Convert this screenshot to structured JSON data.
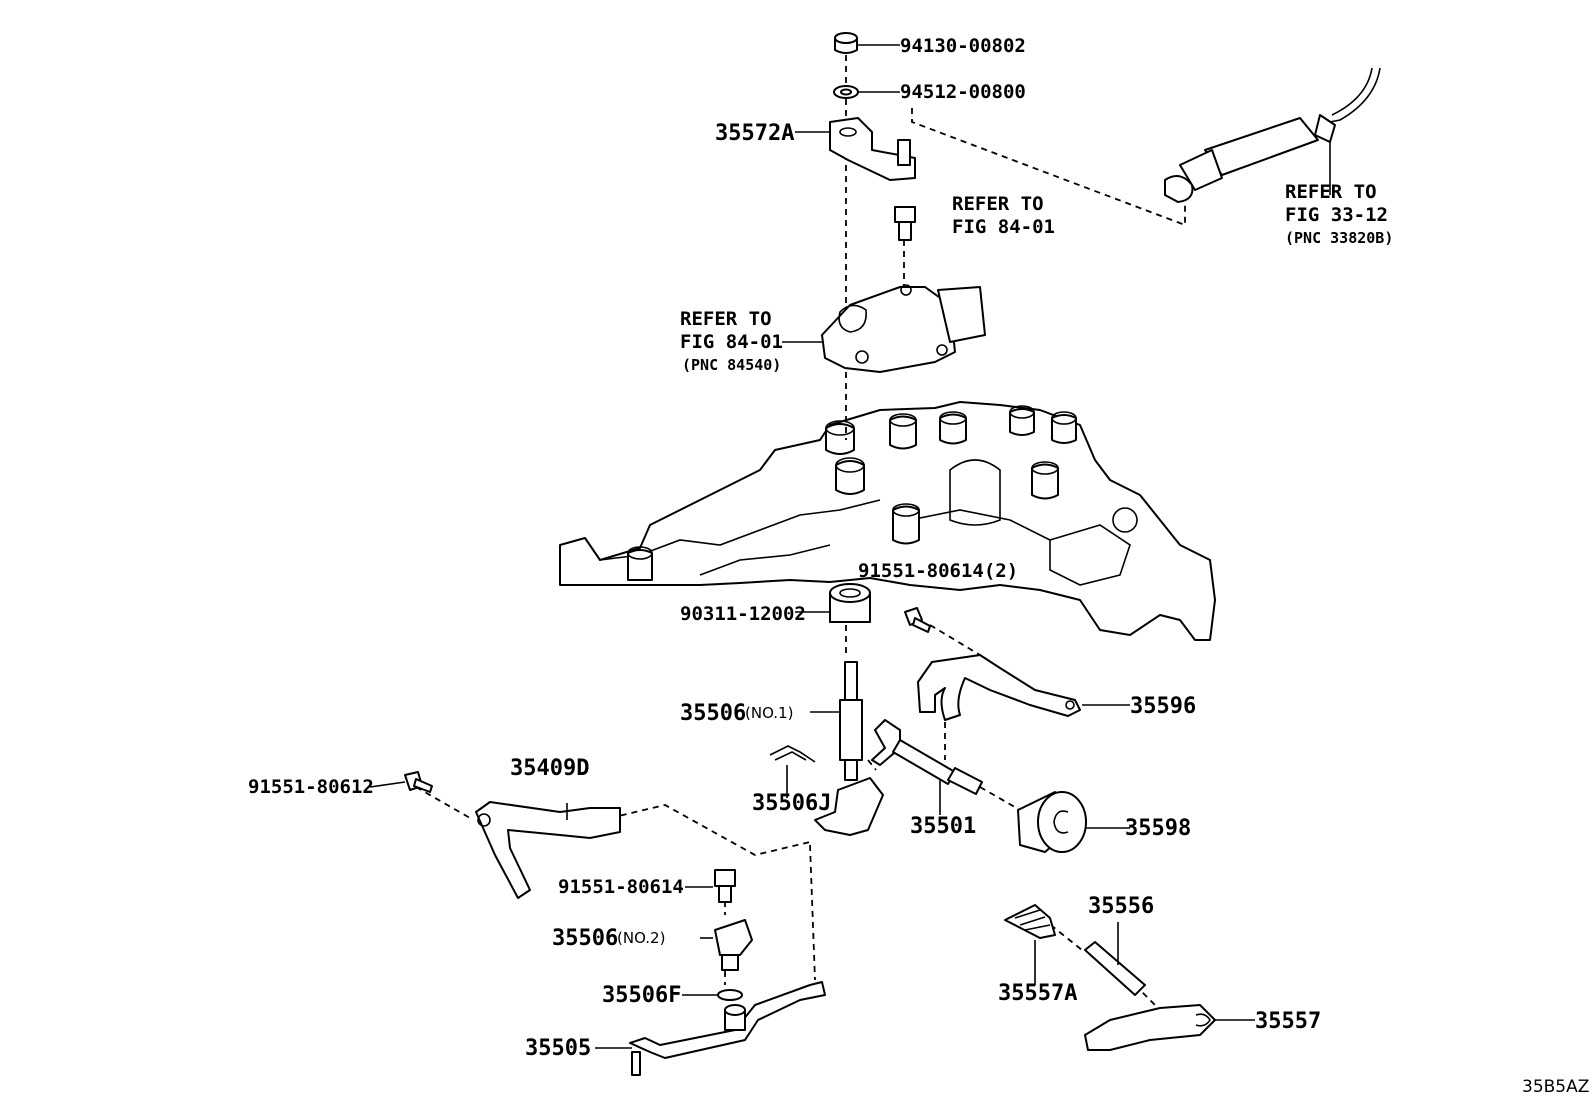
{
  "labels": {
    "p94130": "94130-00802",
    "p94512": "94512-00800",
    "p35572A": "35572A",
    "refer_to": "REFER TO",
    "fig_84_01": "FIG 84-01",
    "fig_33_12": "FIG 33-12",
    "pnc_33820B": "(PNC 33820B)",
    "pnc_84540": "(PNC 84540)",
    "p91551_80614_2": "91551-80614(2)",
    "p90311": "90311-12002",
    "p35596": "35596",
    "p35506": "35506",
    "no1": "(NO.1)",
    "no2": "(NO.2)",
    "p35409D": "35409D",
    "p91551_80612": "91551-80612",
    "p35506J": "35506J",
    "p35501": "35501",
    "p35598": "35598",
    "p91551_80614": "91551-80614",
    "p35556": "35556",
    "p35506F": "35506F",
    "p35557A": "35557A",
    "p35557": "35557",
    "p35505": "35505",
    "figure_code": "35B5AZ"
  }
}
